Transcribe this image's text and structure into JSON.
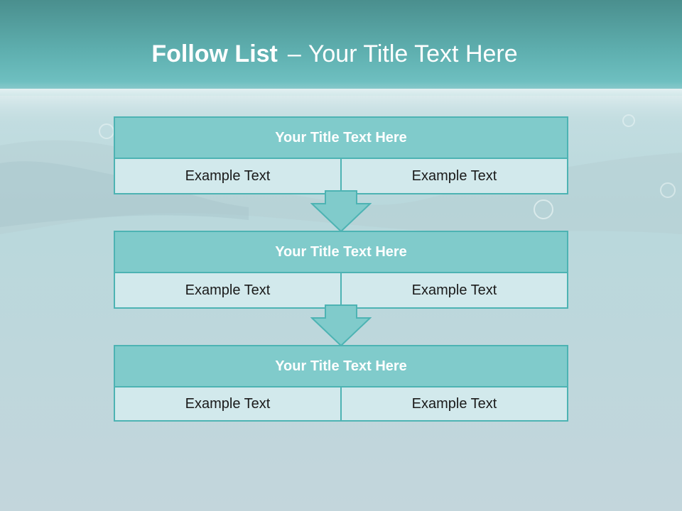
{
  "title": {
    "main": "Follow List",
    "separator": "–",
    "sub": "Your Title Text Here"
  },
  "colors": {
    "header_fill": "#80cbcb",
    "border": "#4db3b3",
    "cell_fill": "#d2e9ec",
    "arrow_fill": "#80cbcb",
    "top_band": "#4a9a9a"
  },
  "steps": [
    {
      "title": "Your Title Text Here",
      "left": "Example Text",
      "right": "Example Text"
    },
    {
      "title": "Your Title Text Here",
      "left": "Example Text",
      "right": "Example Text"
    },
    {
      "title": "Your Title Text Here",
      "left": "Example Text",
      "right": "Example Text"
    }
  ]
}
